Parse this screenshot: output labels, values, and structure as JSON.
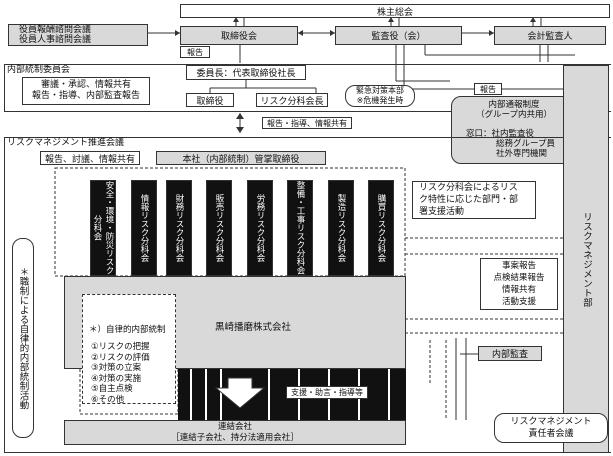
{
  "top": {
    "shareholders": "株主総会",
    "compensation_committee_1": "役員報酬諮問会議",
    "compensation_committee_2": "役員人事諮問会議",
    "board": "取締役会",
    "auditors": "監査役（会）",
    "accounting_auditor": "会計監査人",
    "report_label_1": "報告",
    "report_label_2": "報告"
  },
  "internal_control": {
    "title": "内部統制委員会",
    "line1": "審議・承認、情報共有",
    "line2": "報告・指導、内部監査報告",
    "chair": "委員長：代表取締役社長",
    "directors": "取締役",
    "risk_chair": "リスク分科会長",
    "emergency_1": "緊急対策本部",
    "emergency_2": "※危機発生時"
  },
  "whistleblow": {
    "title_1": "内部通報制度",
    "title_2": "（グループ内共用）",
    "contact_1": "窓口：社内監査役",
    "contact_2": "総務グループ員",
    "contact_3": "社外専門機関"
  },
  "middle_label": "報告・指導、情報共有",
  "risk_council": {
    "title": "リスクマネジメント推進会議",
    "sub": "報告、討議、情報共有",
    "hq": "本社（内部統制）管掌取締役",
    "committees": [
      "安全・環境・防災リスク分科会",
      "情報リスク分科会",
      "財務リスク分科会",
      "販売リスク分科会",
      "労務リスク分科会",
      "整備・工事リスク分科会",
      "製造リスク分科会",
      "購買リスク分科会"
    ],
    "support_1": "リスク分科会によるリス",
    "support_2": "ク特性に応じた部門・部",
    "support_3": "署支援活動"
  },
  "side": {
    "left": "＊職制による自律的内部統制活動",
    "right": "リスクマネジメント部"
  },
  "company": {
    "name": "黒崎播磨株式会社",
    "autonomy_title": "＊）自律的内部統制",
    "items": [
      "①リスクの把握",
      "②リスクの評価",
      "③対策の立案",
      "④対策の実施",
      "⑤自主点検",
      "⑥その他"
    ]
  },
  "report_list": [
    "事案報告",
    "点検結果報告",
    "情報共有",
    "活動支援"
  ],
  "internal_audit": "内部監査",
  "support_label": "支援・助言・指導等",
  "consolidated": {
    "name": "連結会社",
    "sub": "［連結子会社、持分法適用会社］"
  },
  "rm_council": {
    "line1": "リスクマネジメント",
    "line2": "責任者会議"
  }
}
